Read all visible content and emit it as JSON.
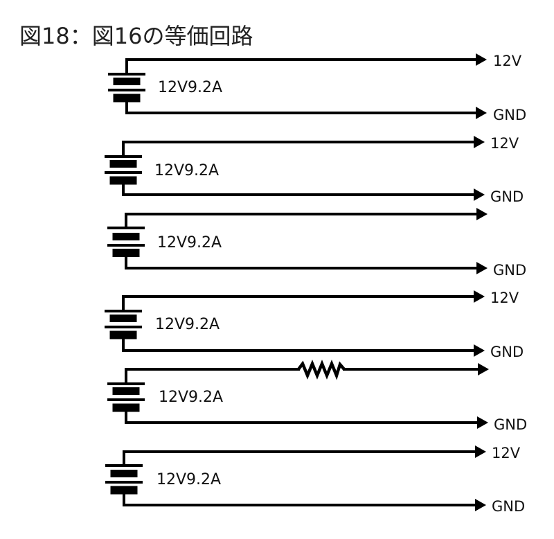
{
  "title": "図18：図16の等価回路",
  "colors": {
    "line": "#000000",
    "background": "#ffffff",
    "text": "#111111"
  },
  "circuits": [
    {
      "battery_label": "12V9.2A",
      "top_terminal": "12V",
      "bottom_terminal": "GND",
      "has_resistor": false
    },
    {
      "battery_label": "12V9.2A",
      "top_terminal": "12V",
      "bottom_terminal": "GND",
      "has_resistor": false
    },
    {
      "battery_label": "12V9.2A",
      "bottom_terminal": "GND",
      "has_resistor": false
    },
    {
      "battery_label": "12V9.2A",
      "top_terminal": "12V",
      "bottom_terminal": "GND",
      "has_resistor": false
    },
    {
      "battery_label": "12V9.2A",
      "bottom_terminal": "GND",
      "has_resistor": true
    },
    {
      "battery_label": "12V9.2A",
      "top_terminal": "12V",
      "bottom_terminal": "GND",
      "has_resistor": false
    }
  ]
}
